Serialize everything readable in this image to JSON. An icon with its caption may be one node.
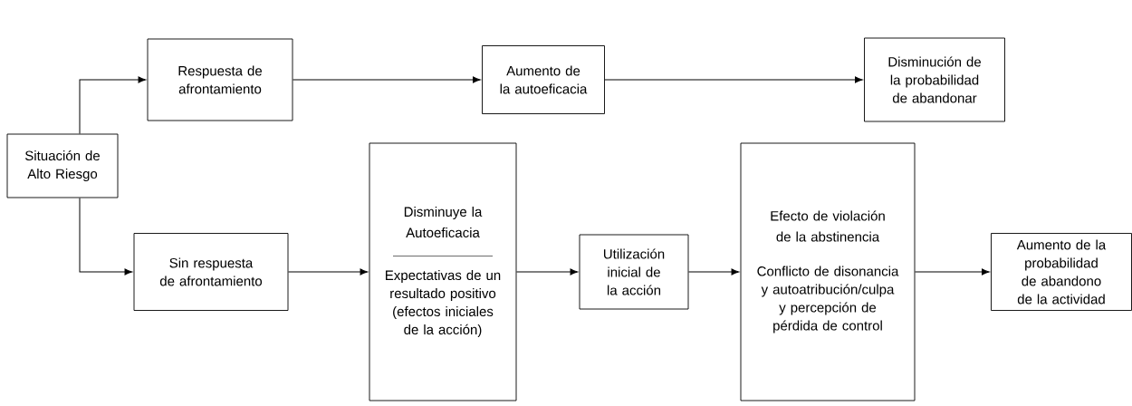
{
  "diagram": {
    "nodes": [
      {
        "text": [
          "Situación de Alto Riesgo"
        ]
      },
      {
        "text": [
          "Respuesta de afrontamiento"
        ]
      },
      {
        "text": [
          "Aumento de la autoeficacia"
        ]
      },
      {
        "text": [
          "Disminución de la probabilidad de abandonar"
        ]
      },
      {
        "text": [
          "Sin respuesta de afrontamiento"
        ]
      },
      {
        "text": [
          "Disminuye la Autoeficacia",
          "Expectativas de un resultado positivo (efectos iniciales de la acción)"
        ]
      },
      {
        "text": [
          "Utilización inicial de la acción"
        ]
      },
      {
        "text": [
          "Efecto de violación de la abstinencia",
          "Conflicto de disonancia y autoatribución/culpa y percepción de pérdida de control"
        ]
      },
      {
        "text": [
          "Aumento de la probabilidad de abandono de la actividad"
        ]
      }
    ],
    "edges": [
      {
        "from": 0,
        "to": 1,
        "arrow": "to"
      },
      {
        "from": 0,
        "to": 4,
        "arrow": "to"
      },
      {
        "from": 1,
        "to": 2,
        "arrow": "to"
      },
      {
        "from": 2,
        "to": 3,
        "arrow": "to"
      },
      {
        "from": 4,
        "to": 5,
        "arrow": "to"
      },
      {
        "from": 5,
        "to": 6,
        "arrow": "to"
      },
      {
        "from": 6,
        "to": 7,
        "arrow": "to"
      },
      {
        "from": 7,
        "to": 8,
        "arrow": "to"
      }
    ]
  }
}
